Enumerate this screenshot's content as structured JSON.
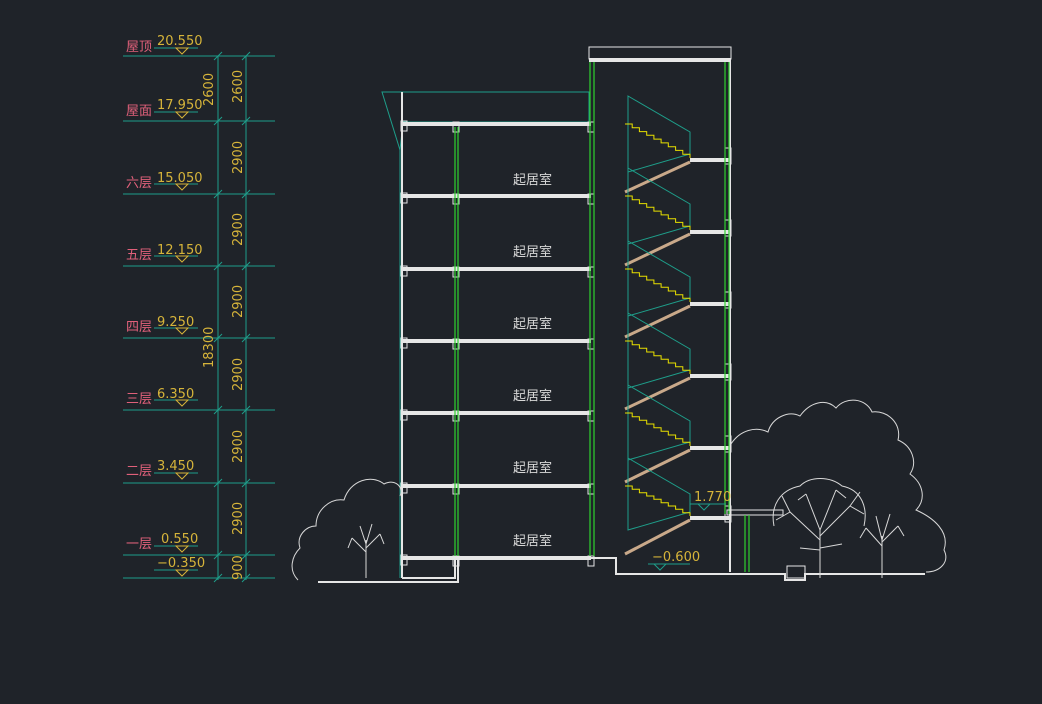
{
  "levels": [
    {
      "name": "屋顶",
      "value": "20.550"
    },
    {
      "name": "屋面",
      "value": "17.950"
    },
    {
      "name": "六层",
      "value": "15.050"
    },
    {
      "name": "五层",
      "value": "12.150"
    },
    {
      "name": "四层",
      "value": "9.250"
    },
    {
      "name": "三层",
      "value": "6.350"
    },
    {
      "name": "二层",
      "value": "3.450"
    },
    {
      "name": "一层",
      "value": "0.550"
    },
    {
      "name": "",
      "value": "−0.350"
    }
  ],
  "dimensions": {
    "segments": [
      "2600",
      "2900",
      "2900",
      "2900",
      "2900",
      "2900",
      "2900",
      "900"
    ],
    "outer_top": "2600",
    "total": "18300"
  },
  "rooms": [
    "起居室",
    "起居室",
    "起居室",
    "起居室",
    "起居室",
    "起居室"
  ],
  "annotations": {
    "landing": "1.770",
    "entrance": "−0.600"
  },
  "colors": {
    "background": "#1f2329",
    "level_name": "#e0607a",
    "level_value": "#d6b43a",
    "grid_line": "#1e9e8a",
    "wall": "#e6e6e6",
    "window": "#2fd12f",
    "stair": "#e8e000"
  }
}
